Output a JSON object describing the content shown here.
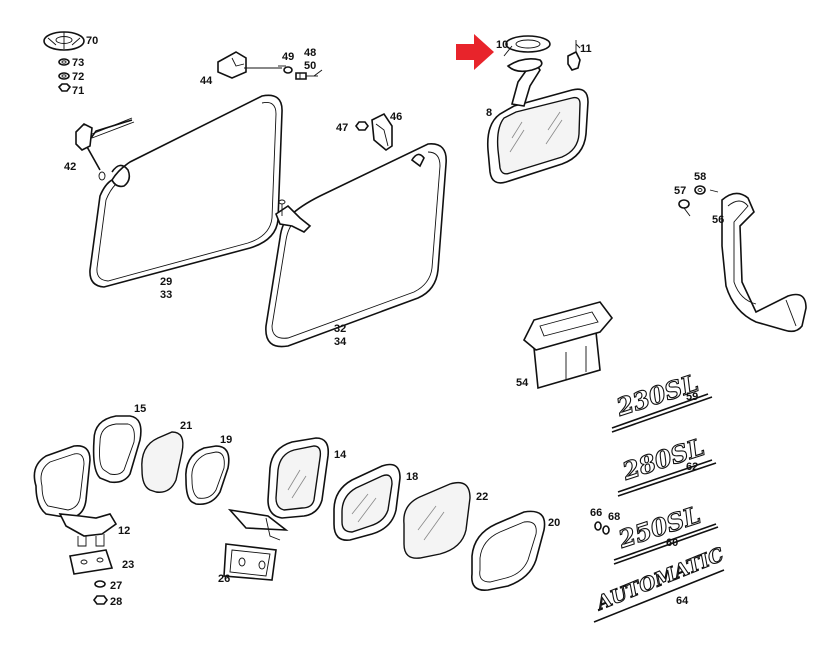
{
  "diagram": {
    "arrow_color": "#e8242b",
    "labels": {
      "l70": "70",
      "l73": "73",
      "l72": "72",
      "l71": "71",
      "l44": "44",
      "l49": "49",
      "l48": "48",
      "l50": "50",
      "l42": "42",
      "l29": "29",
      "l33": "33",
      "l47": "47",
      "l46": "46",
      "l32": "32",
      "l34": "34",
      "l10": "10",
      "l11": "11",
      "l8": "8",
      "l57": "57",
      "l58": "58",
      "l56": "56",
      "l54": "54",
      "l59": "59",
      "l62": "62",
      "l60": "60",
      "l66": "66",
      "l68": "68",
      "l64": "64",
      "l15": "15",
      "l21": "21",
      "l19": "19",
      "l14": "14",
      "l18": "18",
      "l22": "22",
      "l20": "20",
      "l12": "12",
      "l23": "23",
      "l27": "27",
      "l28": "28",
      "l26": "26"
    },
    "badges": {
      "b230": "230SL",
      "b280": "280SL",
      "b250": "250SL",
      "bauto": "AUTOMATIC"
    }
  }
}
